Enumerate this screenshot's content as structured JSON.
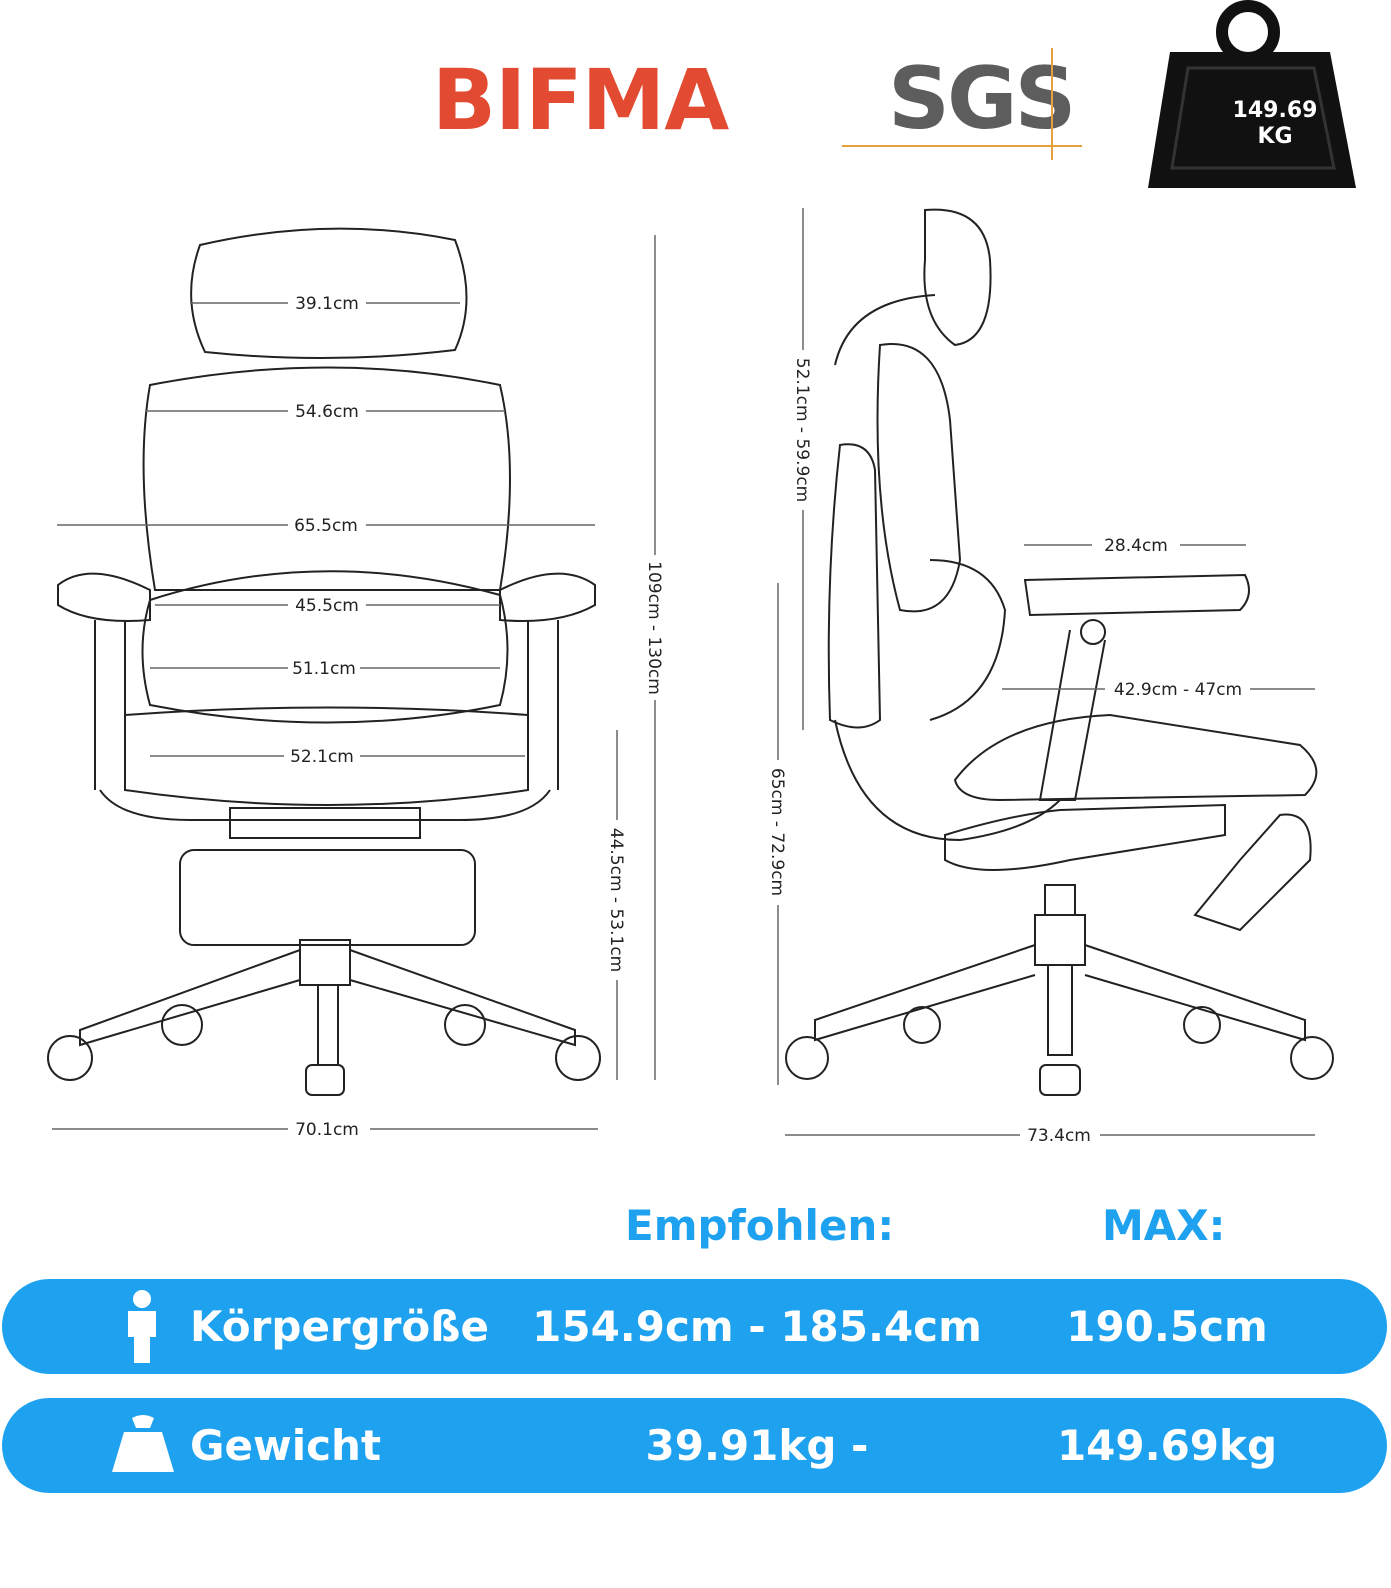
{
  "logos": {
    "bifma": "BIFMA",
    "sgs": "SGS",
    "weight_value": "149.69",
    "weight_unit": "KG"
  },
  "front_view": {
    "dims": {
      "headrest_width": "39.1cm",
      "back_width": "54.6cm",
      "armrest_span": "65.5cm",
      "lumbar_width": "45.5cm",
      "seat_width_top": "51.1cm",
      "seat_width": "52.1cm",
      "total_height": "109cm - 130cm",
      "seat_height": "44.5cm - 53.1cm",
      "base_width": "70.1cm"
    }
  },
  "side_view": {
    "dims": {
      "back_height": "52.1cm - 59.9cm",
      "armrest_length": "28.4cm",
      "seat_depth": "42.9cm - 47cm",
      "arm_height": "65cm - 72.9cm",
      "base_depth": "73.4cm"
    }
  },
  "table": {
    "header_recommended": "Empfohlen:",
    "header_max": "MAX:",
    "rows": [
      {
        "icon": "person-icon",
        "label": "Körpergröße",
        "range": "154.9cm - 185.4cm",
        "max": "190.5cm"
      },
      {
        "icon": "weight-bag-icon",
        "label": "Gewicht",
        "range": "39.91kg - 149.69kg",
        "max": "149.69kg"
      }
    ]
  },
  "colors": {
    "accent": "#1ea1ee",
    "bifma": "#e24b32",
    "sgs": "#5d5d5d",
    "sgs_line": "#e8a03a"
  }
}
